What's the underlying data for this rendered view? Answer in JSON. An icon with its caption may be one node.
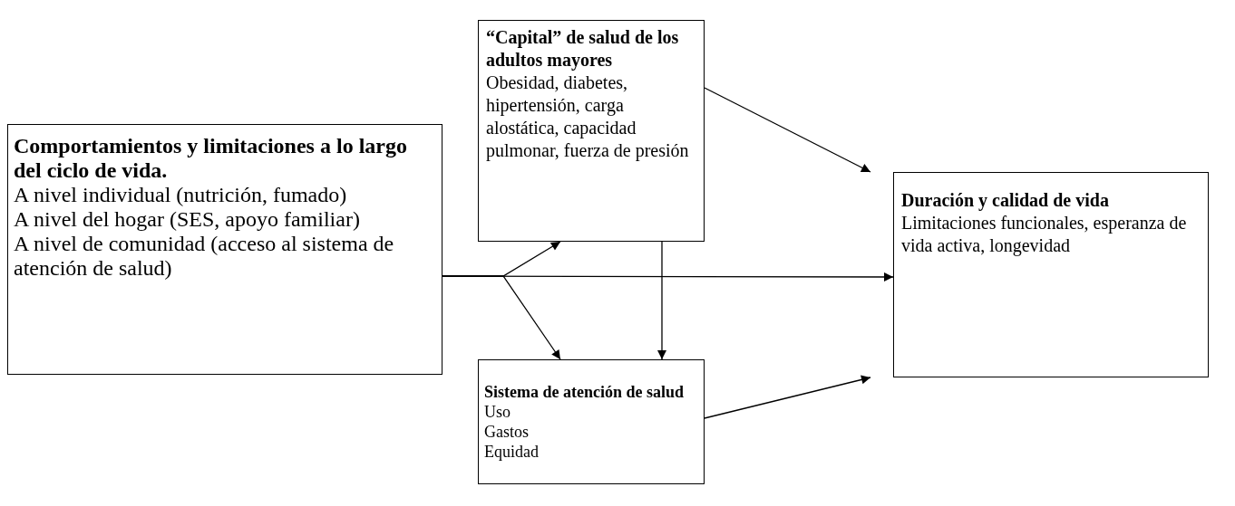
{
  "diagram": {
    "nodes": [
      {
        "text": [
          "Comportamientos y limitaciones a lo largo del ciclo de vida.",
          "A nivel individual (nutrición, fumado)",
          "A nivel del hogar (SES, apoyo familiar)",
          "A nivel de comunidad (acceso al sistema de atención de salud)"
        ]
      },
      {
        "text": [
          "“Capital” de salud de los adultos mayores",
          "Obesidad, diabetes, hipertensión, carga alostática, capacidad pulmonar, fuerza de presión"
        ]
      },
      {
        "text": [
          "Sistema de atención de salud",
          "Uso",
          "Gastos",
          "Equidad"
        ]
      },
      {
        "text": [
          "Duración y calidad de vida",
          "Limitaciones funcionales, esperanza de vida activa, longevidad"
        ]
      }
    ],
    "edges": [
      {
        "from": 0,
        "to": 1,
        "arrow": "to"
      },
      {
        "from": 0,
        "to": 2,
        "arrow": "to"
      },
      {
        "from": 0,
        "to": 3,
        "arrow": "to"
      },
      {
        "from": 1,
        "to": 2,
        "arrow": "to"
      },
      {
        "from": 1,
        "to": 3,
        "arrow": "to"
      },
      {
        "from": 2,
        "to": 3,
        "arrow": "to"
      }
    ]
  }
}
